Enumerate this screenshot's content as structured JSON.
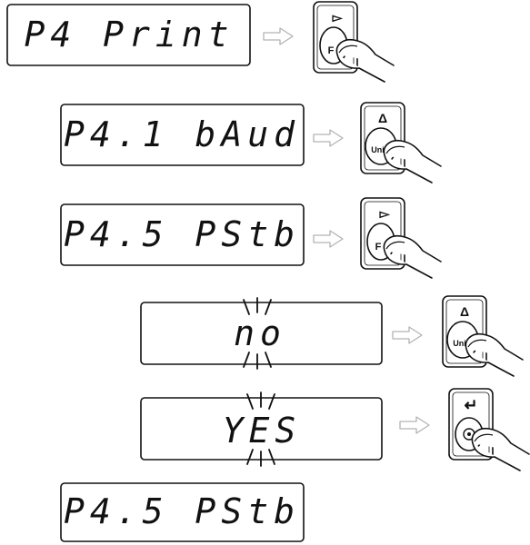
{
  "steps": [
    {
      "display": "P4 Print",
      "key": "F"
    },
    {
      "display": "P4.1 bAud",
      "key": "Unit"
    },
    {
      "display": "P4.5 PStb",
      "key": "F"
    },
    {
      "display": "no",
      "key": "Unit",
      "blinking": true
    },
    {
      "display": "YES",
      "key": "enter",
      "blinking": true
    },
    {
      "display": "P4.5 PStb"
    }
  ],
  "keys": {
    "F": {
      "label": "F",
      "symbol": "▻"
    },
    "Unit": {
      "label": "Unit",
      "symbol": "Δ"
    },
    "enter": {
      "label": "",
      "symbol": "↵"
    }
  },
  "colors": {
    "ink": "#111111",
    "background": "#ffffff",
    "arrow": "#b3b3b3"
  }
}
